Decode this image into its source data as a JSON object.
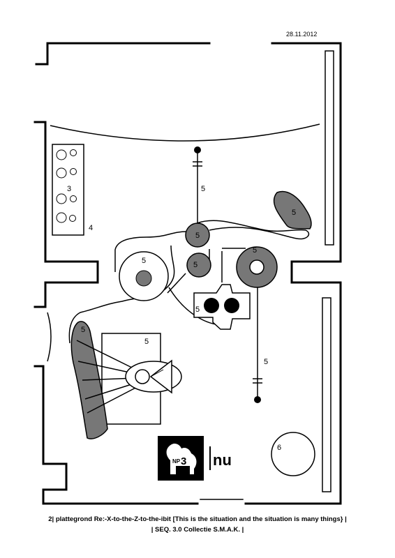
{
  "header": {
    "date": "28.11.2012"
  },
  "labels": {
    "table_number": "3",
    "bench_number": "4",
    "item_number": "5",
    "round_table_number": "6"
  },
  "logo": {
    "badge_text": "NP",
    "badge_digit": "3",
    "brand_text": "nu"
  },
  "caption": {
    "line1": "2| plattegrond Re:-X-to-the-Z-to-the-ibit [This is the situation and the situation is many things} |",
    "line2": "| SEQ. 3.0 Collectie S.M.A.K. |"
  },
  "colors": {
    "wall": "#000000",
    "item_fill": "#777777",
    "paper": "#ffffff"
  }
}
